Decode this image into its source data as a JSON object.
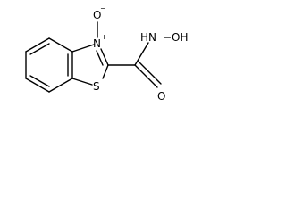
{
  "molecule": {
    "atoms": {
      "oxide_oxygen": "O",
      "oxide_charge": "−",
      "ring_nitrogen": "N",
      "nitrogen_charge": "+",
      "ring_sulfur": "S",
      "carbonyl_oxygen": "O",
      "amide_group": "HN",
      "hydroxyl_bond": "−",
      "hydroxyl_group": "OH"
    }
  }
}
